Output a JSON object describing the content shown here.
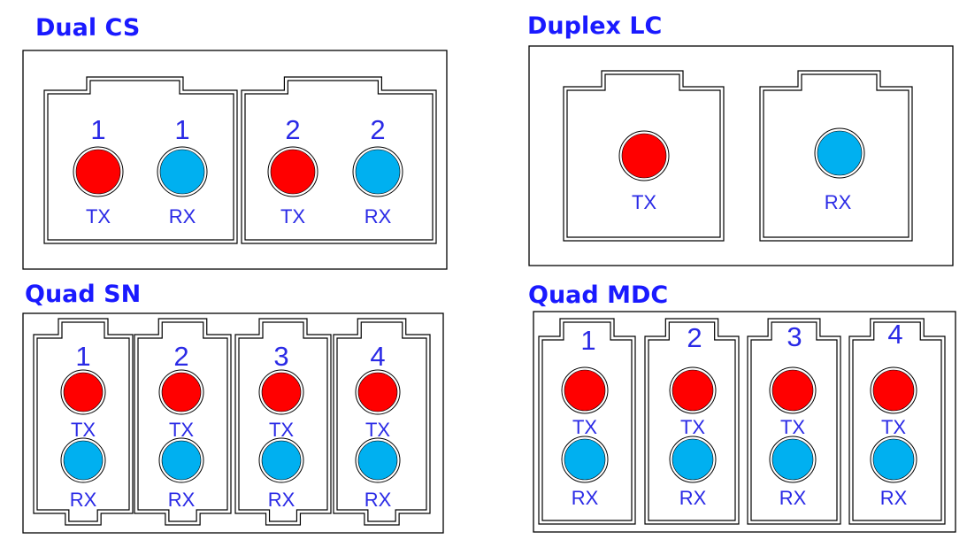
{
  "colors": {
    "tx": "#ff0000",
    "rx": "#00b0f0",
    "title": "#1a1aff",
    "label": "#2a2ae6"
  },
  "panels": [
    {
      "id": "cs",
      "title": "Dual CS",
      "ports": [
        {
          "num": "1",
          "tx": "TX",
          "rx": "RX"
        },
        {
          "num": "2",
          "tx": "TX",
          "rx": "RX"
        }
      ]
    },
    {
      "id": "lc",
      "title": "Duplex LC",
      "ports": [
        {
          "label": "TX"
        },
        {
          "label": "RX"
        }
      ]
    },
    {
      "id": "sn",
      "title": "Quad SN",
      "ports": [
        {
          "num": "1",
          "tx": "TX",
          "rx": "RX"
        },
        {
          "num": "2",
          "tx": "TX",
          "rx": "RX"
        },
        {
          "num": "3",
          "tx": "TX",
          "rx": "RX"
        },
        {
          "num": "4",
          "tx": "TX",
          "rx": "RX"
        }
      ]
    },
    {
      "id": "mdc",
      "title": "Quad MDC",
      "ports": [
        {
          "num": "1",
          "tx": "TX",
          "rx": "RX"
        },
        {
          "num": "2",
          "tx": "TX",
          "rx": "RX"
        },
        {
          "num": "3",
          "tx": "TX",
          "rx": "RX"
        },
        {
          "num": "4",
          "tx": "TX",
          "rx": "RX"
        }
      ]
    }
  ]
}
